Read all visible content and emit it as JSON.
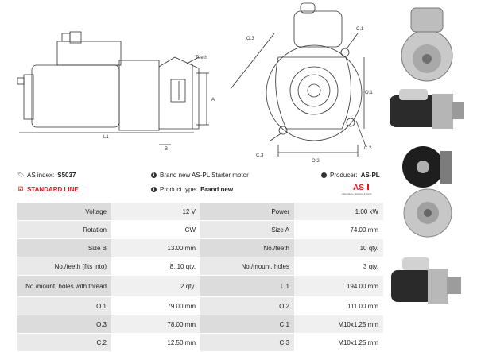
{
  "drawing": {
    "dims": {
      "teeth": "Teeth",
      "a": "A",
      "l1": "L1",
      "b": "B",
      "o3": "O.3",
      "c1": "C.1",
      "o1": "O.1",
      "c2": "C.2",
      "c3": "C.3",
      "o2": "O.2"
    }
  },
  "info": {
    "as_index_label": "AS index:",
    "as_index_value": "S5037",
    "standard_line": "STANDARD LINE",
    "brand_text": "Brand new AS-PL Starter motor",
    "product_type_label": "Product type:",
    "product_type_value": "Brand new",
    "producer_label": "Producer:",
    "producer_value": "AS-PL",
    "logo_text": "AS",
    "logo_tagline": "Alternators, Starters & Parts"
  },
  "specs": [
    [
      "Voltage",
      "12 V",
      "Power",
      "1.00 kW"
    ],
    [
      "Rotation",
      "CW",
      "Size A",
      "74.00 mm"
    ],
    [
      "Size B",
      "13.00 mm",
      "No./teeth",
      "10 qty."
    ],
    [
      "No./teeth (fits into)",
      "8. 10 qty.",
      "No./mount. holes",
      "3 qty."
    ],
    [
      "No./mount. holes with thread",
      "2 qty.",
      "L.1",
      "194.00 mm"
    ],
    [
      "O.1",
      "79.00 mm",
      "O.2",
      "111.00 mm"
    ],
    [
      "O.3",
      "78.00 mm",
      "C.1",
      "M10x1.25 mm"
    ],
    [
      "C.2",
      "12.50 mm",
      "C.3",
      "M10x1.25 mm"
    ]
  ]
}
